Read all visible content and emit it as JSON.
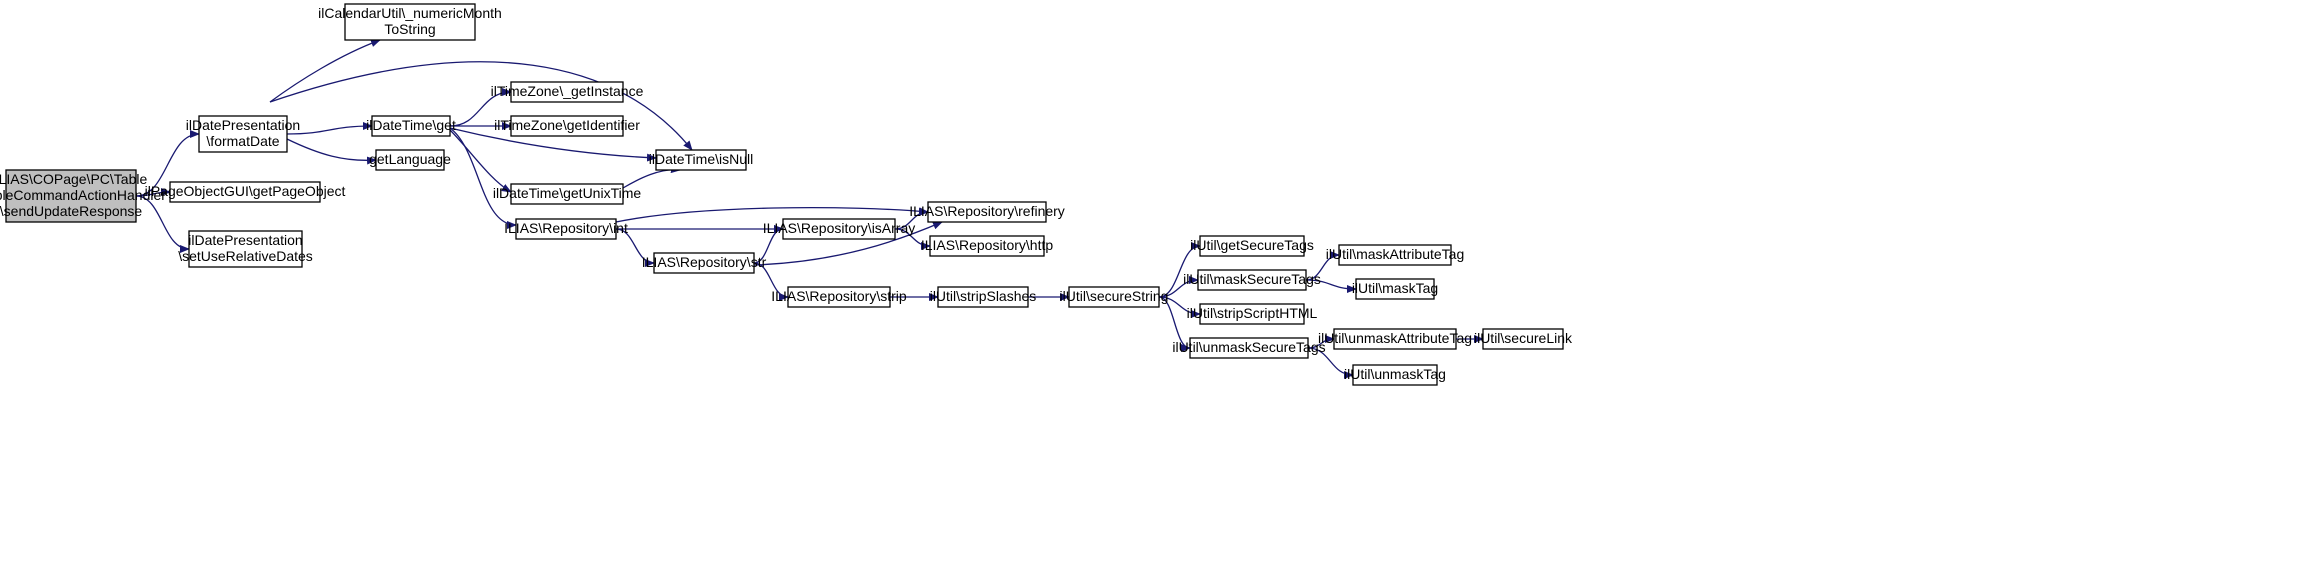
{
  "diagram": {
    "colors": {
      "edge": "#191970",
      "node_border": "#000000",
      "root_fill": "#bfbfbf",
      "node_fill": "#ffffff"
    },
    "nodes": {
      "root": [
        "ILIAS\\COPage\\PC\\Table",
        "\\TableCommandActionHandler",
        "\\sendUpdateResponse"
      ],
      "formatDate": [
        "ilDatePresentation",
        "\\formatDate"
      ],
      "getPageObject": [
        "ilPageObjectGUI\\getPageObject"
      ],
      "setUseRelativeDates": [
        "ilDatePresentation",
        "\\setUseRelativeDates"
      ],
      "numericMonth": [
        "ilCalendarUtil\\_numericMonth",
        "ToString"
      ],
      "dtGet": [
        "ilDateTime\\get"
      ],
      "getLanguage": [
        "getLanguage"
      ],
      "getInstance": [
        "ilTimeZone\\_getInstance"
      ],
      "getIdentifier": [
        "ilTimeZone\\getIdentifier"
      ],
      "isNull": [
        "ilDateTime\\isNull"
      ],
      "getUnixTime": [
        "ilDateTime\\getUnixTime"
      ],
      "repoInt": [
        "ILIAS\\Repository\\int"
      ],
      "repoStr": [
        "ILIAS\\Repository\\str"
      ],
      "repoIsArray": [
        "ILIAS\\Repository\\isArray"
      ],
      "repoRefinery": [
        "ILIAS\\Repository\\refinery"
      ],
      "repoHttp": [
        "ILIAS\\Repository\\http"
      ],
      "repoStrip": [
        "ILIAS\\Repository\\strip"
      ],
      "stripSlashes": [
        "ilUtil\\stripSlashes"
      ],
      "secureString": [
        "ilUtil\\secureString"
      ],
      "getSecureTags": [
        "ilUtil\\getSecureTags"
      ],
      "maskSecureTags": [
        "ilUtil\\maskSecureTags"
      ],
      "stripScriptHTML": [
        "ilUtil\\stripScriptHTML"
      ],
      "unmaskSecureTags": [
        "ilUtil\\unmaskSecureTags"
      ],
      "maskAttributeTag": [
        "ilUtil\\maskAttributeTag"
      ],
      "maskTag": [
        "ilUtil\\maskTag"
      ],
      "unmaskAttributeTag": [
        "ilUtil\\unmaskAttributeTag"
      ],
      "unmaskTag": [
        "ilUtil\\unmaskTag"
      ],
      "secureLink": [
        "ilUtil\\secureLink"
      ]
    },
    "edges": [
      [
        "root",
        "formatDate"
      ],
      [
        "root",
        "getPageObject"
      ],
      [
        "root",
        "setUseRelativeDates"
      ],
      [
        "formatDate",
        "numericMonth"
      ],
      [
        "formatDate",
        "isNull"
      ],
      [
        "formatDate",
        "dtGet"
      ],
      [
        "formatDate",
        "getLanguage"
      ],
      [
        "dtGet",
        "getInstance"
      ],
      [
        "dtGet",
        "getIdentifier"
      ],
      [
        "dtGet",
        "isNull"
      ],
      [
        "dtGet",
        "getUnixTime"
      ],
      [
        "dtGet",
        "repoInt"
      ],
      [
        "getUnixTime",
        "isNull"
      ],
      [
        "repoInt",
        "repoRefinery"
      ],
      [
        "repoInt",
        "repoIsArray"
      ],
      [
        "repoInt",
        "repoStr"
      ],
      [
        "repoStr",
        "repoIsArray"
      ],
      [
        "repoStr",
        "repoRefinery"
      ],
      [
        "repoStr",
        "repoStrip"
      ],
      [
        "repoIsArray",
        "repoRefinery"
      ],
      [
        "repoIsArray",
        "repoHttp"
      ],
      [
        "repoStrip",
        "stripSlashes"
      ],
      [
        "stripSlashes",
        "secureString"
      ],
      [
        "secureString",
        "getSecureTags"
      ],
      [
        "secureString",
        "maskSecureTags"
      ],
      [
        "secureString",
        "stripScriptHTML"
      ],
      [
        "secureString",
        "unmaskSecureTags"
      ],
      [
        "maskSecureTags",
        "maskAttributeTag"
      ],
      [
        "maskSecureTags",
        "maskTag"
      ],
      [
        "unmaskSecureTags",
        "unmaskAttributeTag"
      ],
      [
        "unmaskSecureTags",
        "unmaskTag"
      ],
      [
        "unmaskAttributeTag",
        "secureLink"
      ]
    ]
  }
}
